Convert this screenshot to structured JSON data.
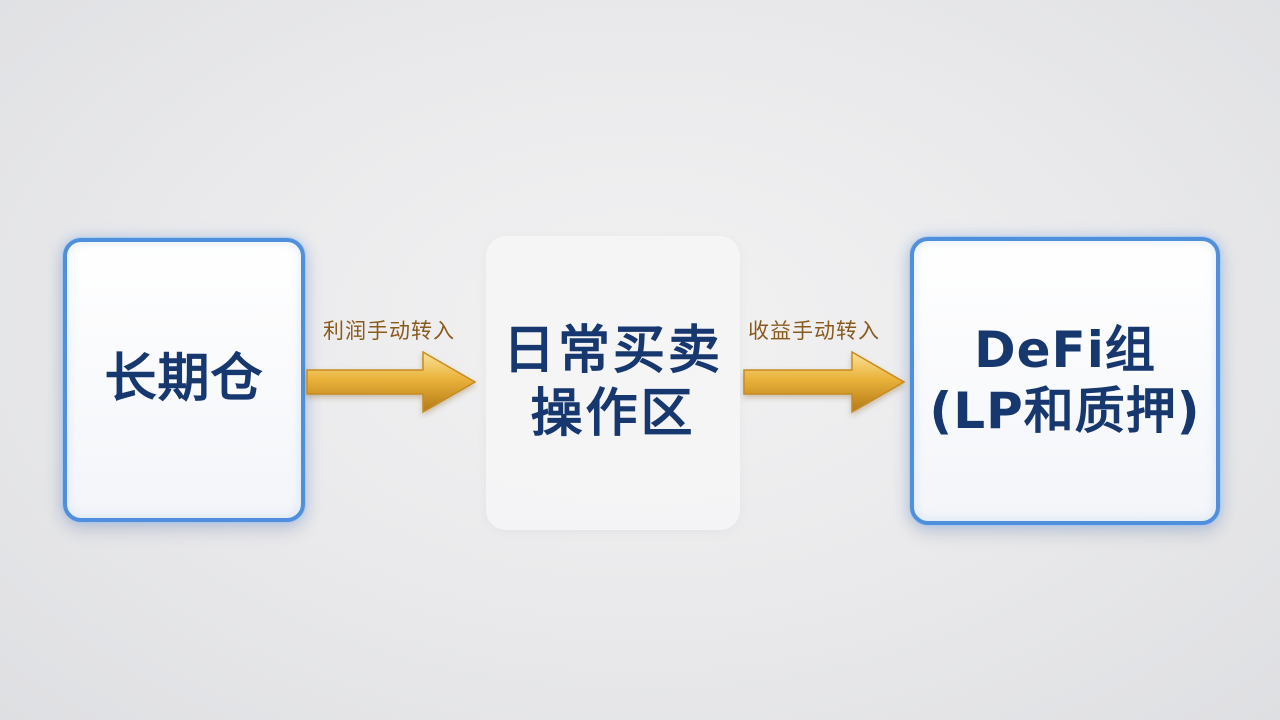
{
  "nodes": [
    {
      "id": "long-term",
      "lines": [
        "长期仓"
      ]
    },
    {
      "id": "daily-trading",
      "lines": [
        "日常买卖",
        "操作区"
      ]
    },
    {
      "id": "defi",
      "lines": [
        "DeFi组",
        "(LP和质押)"
      ]
    }
  ],
  "edges": [
    {
      "from": "long-term",
      "to": "daily-trading",
      "label": "利润手动转入"
    },
    {
      "from": "daily-trading",
      "to": "defi",
      "label": "收益手动转入"
    }
  ],
  "colors": {
    "node_text": "#17376f",
    "node_border": "#4f8fdc",
    "arrow_gold": "#e9b23a",
    "label_text": "#8a5a1c",
    "background": "#ececee"
  },
  "icons": {
    "arrow": "gold-right-arrow"
  }
}
